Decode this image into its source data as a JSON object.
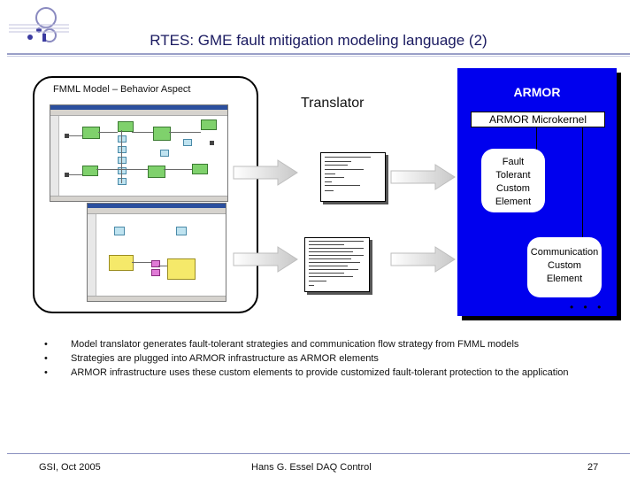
{
  "slide": {
    "title": "RTES: GME fault mitigation modeling language (2)",
    "footer_left": "GSI, Oct 2005",
    "footer_center": "Hans G. Essel DAQ Control",
    "page_number": "27"
  },
  "fmml": {
    "label": "FMML Model – Behavior Aspect"
  },
  "translator": {
    "label": "Translator"
  },
  "armor": {
    "title": "ARMOR",
    "microkernel": "ARMOR Microkernel",
    "elements": [
      {
        "lines": [
          "Fault",
          "Tolerant",
          "Custom",
          "Element"
        ]
      },
      {
        "lines": [
          "Communication",
          "Custom",
          "Element"
        ]
      }
    ],
    "ellipsis": "• • •"
  },
  "bullets": [
    {
      "marker": "•",
      "text": "Model translator generates fault-tolerant strategies and communication flow strategy from FMML models"
    },
    {
      "marker": "•",
      "text": "Strategies are plugged into ARMOR infrastructure as ARMOR elements"
    },
    {
      "marker": "•",
      "text": "ARMOR infrastructure uses these custom elements to provide customized fault-tolerant protection to the application"
    }
  ],
  "colors": {
    "armor_blue": "#0000ee",
    "title_color": "#1a1a60"
  }
}
